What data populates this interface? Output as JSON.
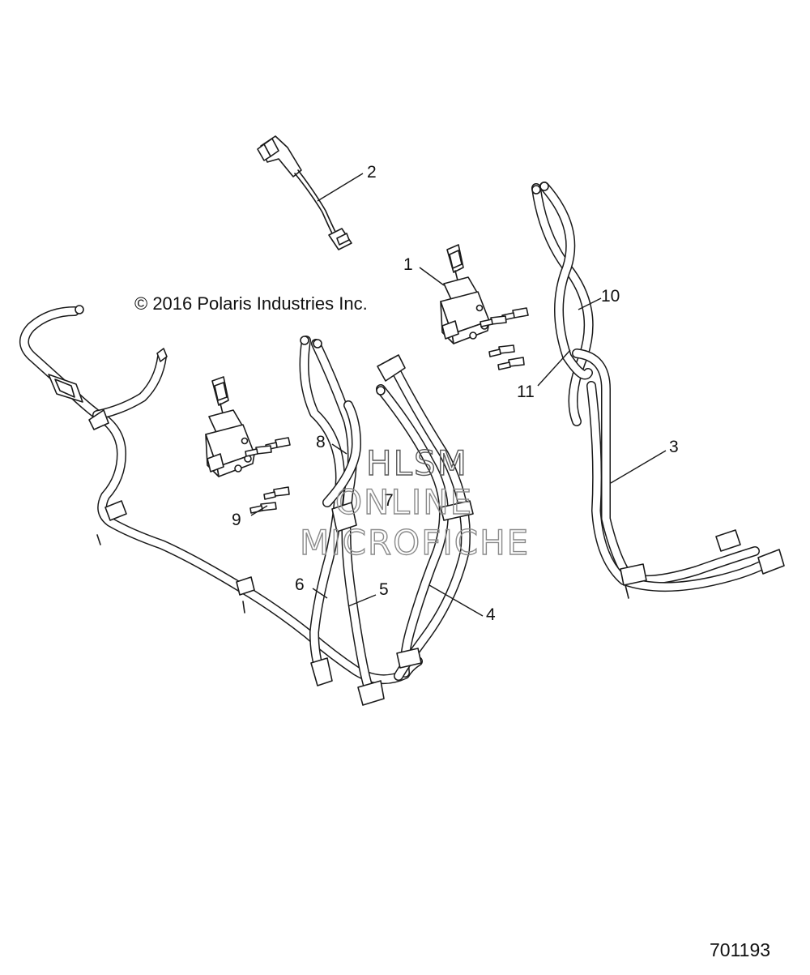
{
  "copyright": "© 2016 Polaris Industries Inc.",
  "figure_id": "701193",
  "watermark": {
    "line1": "HLSM",
    "line2": "ONLINE",
    "line3": "MICROFICHE"
  },
  "callouts": [
    "1",
    "2",
    "3",
    "4",
    "5",
    "6",
    "7",
    "8",
    "9",
    "10",
    "11"
  ]
}
